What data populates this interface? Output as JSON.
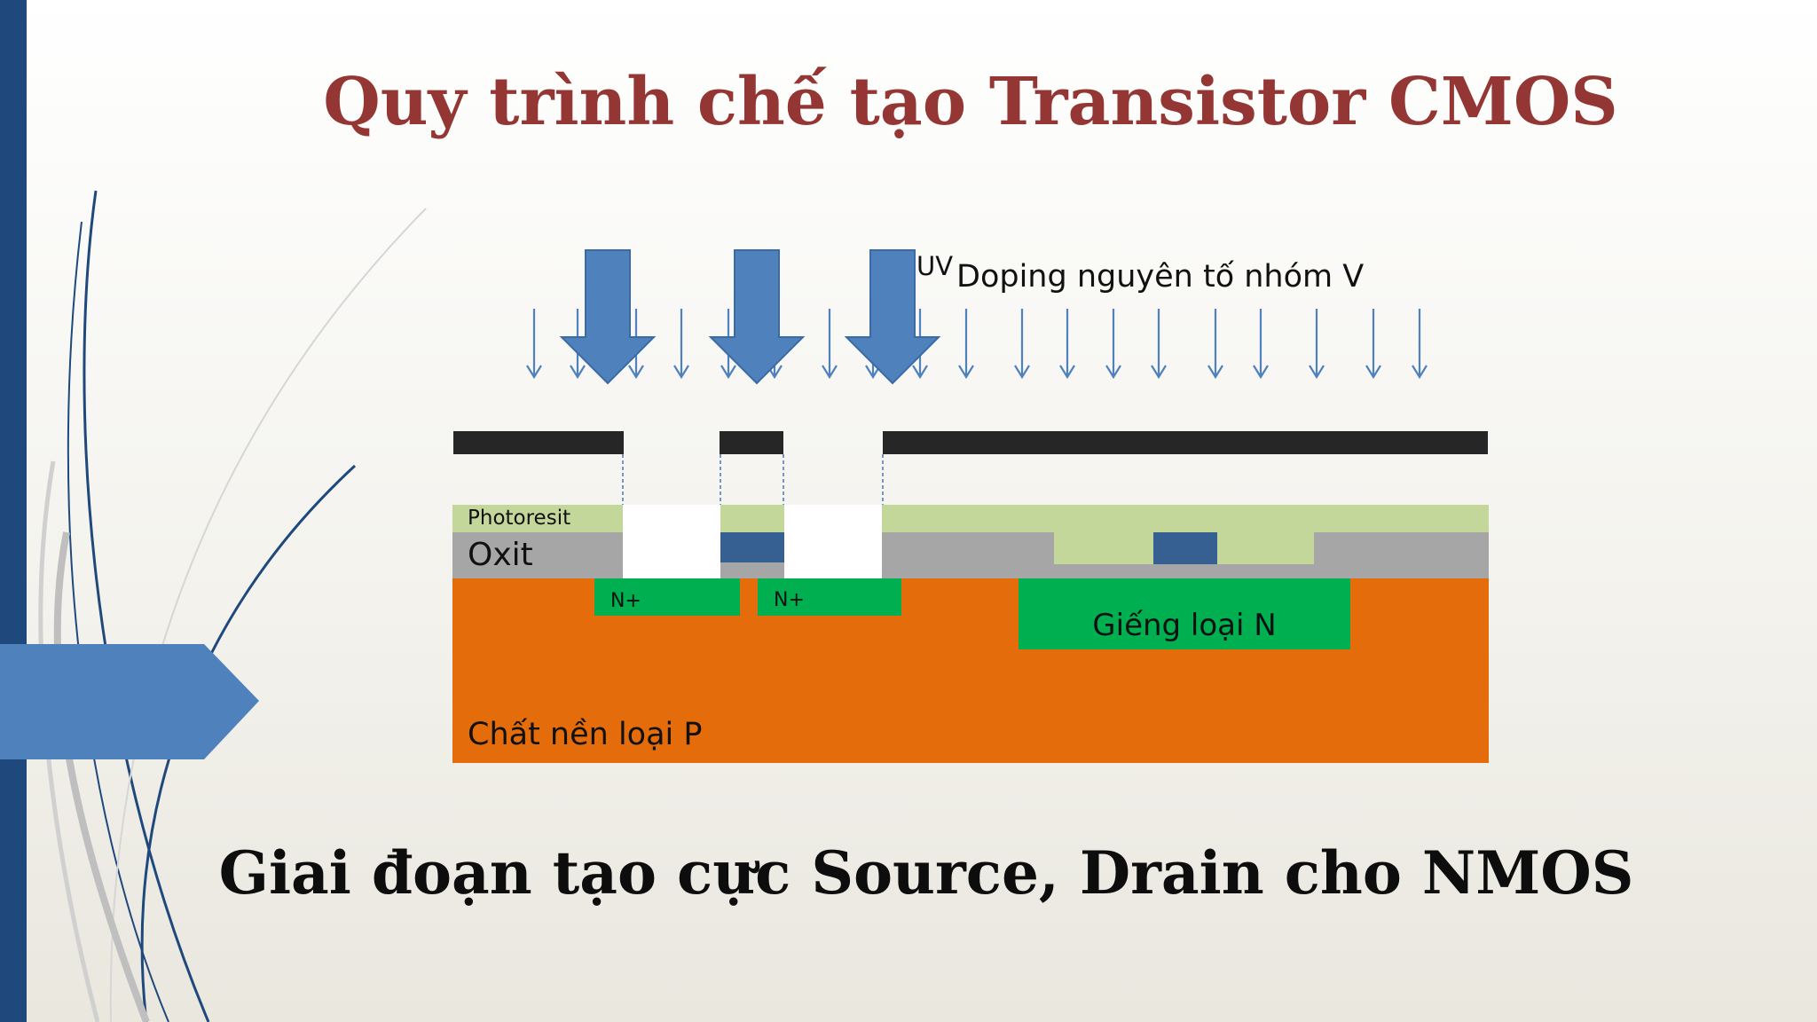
{
  "title": "Quy trình chế tạo Transistor CMOS",
  "caption": "Giai đoạn tạo cực Source, Drain cho NMOS",
  "diagram": {
    "uv_label": "UV",
    "doping_label": "Doping nguyên tố nhóm V",
    "layers": {
      "photoresist": "Photoresit",
      "oxide": "Oxit",
      "substrate": "Chất nền loại P",
      "n_well": "Giếng loại N",
      "n_plus_left": "N+",
      "n_plus_right": "N+"
    }
  },
  "colors": {
    "title": "#943634",
    "accent_blue": "#1f497d",
    "arrow_blue": "#4f81bd",
    "substrate": "#e46c0a",
    "n_region": "#00b050",
    "oxide": "#a6a6a6",
    "photoresist": "#c4d79b",
    "gate": "#366092",
    "mask": "#262626"
  }
}
